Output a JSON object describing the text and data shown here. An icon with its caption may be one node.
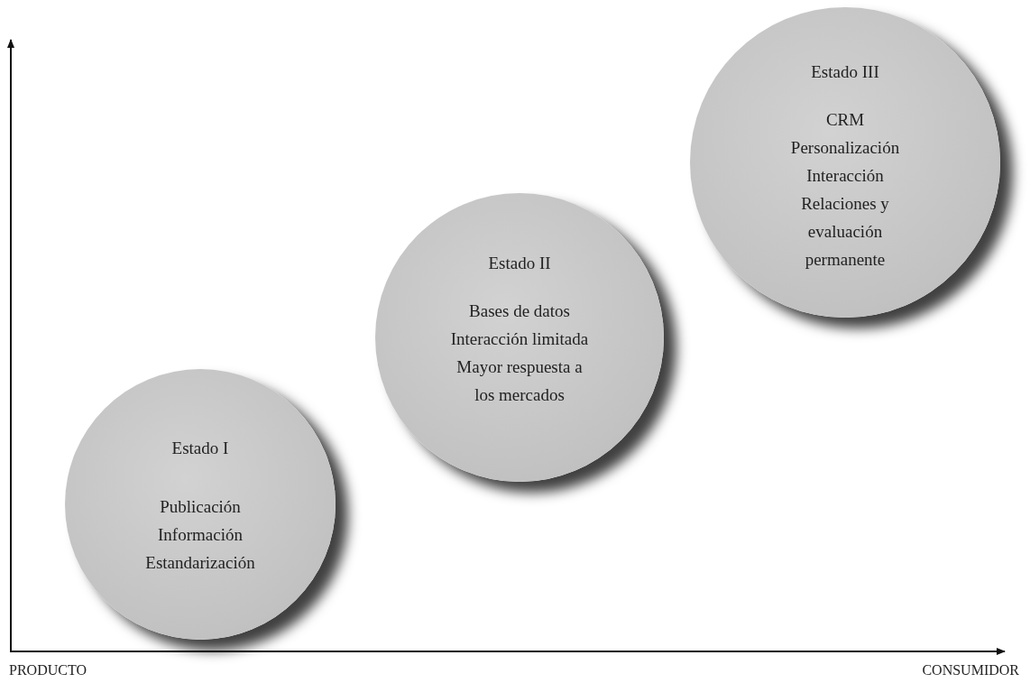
{
  "diagram": {
    "nodes": [
      {
        "text": [
          "Estado I",
          "Publicación",
          "Información",
          "Estandarización"
        ]
      },
      {
        "text": [
          "Estado II",
          "Bases de datos",
          "Interacción limitada",
          "Mayor respuesta a los mercados"
        ]
      },
      {
        "text": [
          "Estado III",
          "CRM",
          "Personalización",
          "Interacción",
          "Relaciones y evaluación permanente"
        ]
      }
    ],
    "labels": [
      "PRODUCTO",
      "CONSUMIDOR"
    ]
  }
}
